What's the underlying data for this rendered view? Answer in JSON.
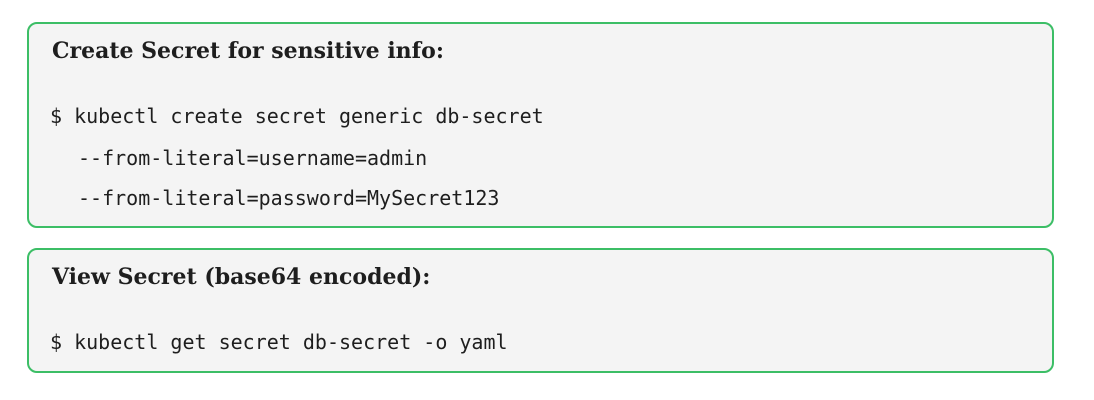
{
  "blocks": [
    {
      "heading": "Create Secret for sensitive info:",
      "lines": [
        "$ kubectl create secret generic db-secret",
        "--from-literal=username=admin",
        "--from-literal=password=MySecret123"
      ]
    },
    {
      "heading": "View Secret (base64 encoded):",
      "lines": [
        "$ kubectl get secret db-secret -o yaml"
      ]
    }
  ],
  "colors": {
    "border": "#3cbe66",
    "background": "#f4f4f4",
    "text": "#1e1e1e"
  }
}
